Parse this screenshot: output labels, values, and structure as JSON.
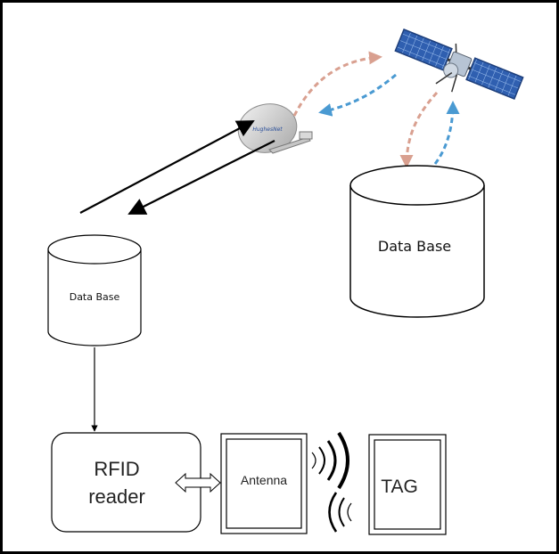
{
  "diagram": {
    "labels": {
      "database_large": "Data Base",
      "database_small": "Data Base",
      "rfid_reader_line1": "RFID",
      "rfid_reader_line2": "reader",
      "antenna": "Antenna",
      "tag": "TAG",
      "dish_brand": "HughesNet"
    },
    "icons": {
      "satellite": "satellite-icon",
      "dish": "satellite-dish-icon"
    },
    "colors": {
      "uplink": "#d9a090",
      "downlink": "#4a9ad2",
      "stroke": "#111111"
    }
  }
}
